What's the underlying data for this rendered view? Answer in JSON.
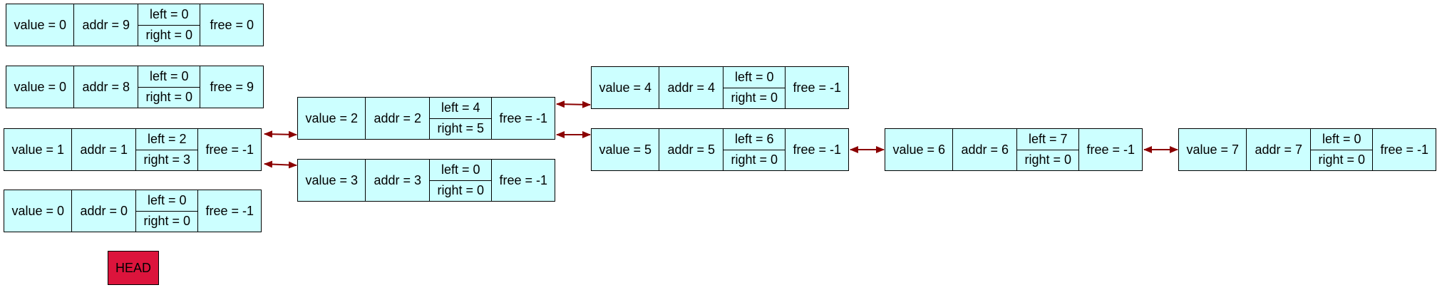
{
  "nodes": [
    {
      "id": "n9",
      "value": "value = 0",
      "addr": "addr = 9",
      "left": "left = 0",
      "right": "right = 0",
      "free": "free = 0"
    },
    {
      "id": "n8",
      "value": "value = 0",
      "addr": "addr = 8",
      "left": "left = 0",
      "right": "right = 0",
      "free": "free = 9"
    },
    {
      "id": "n1",
      "value": "value = 1",
      "addr": "addr = 1",
      "left": "left = 2",
      "right": "right = 3",
      "free": "free = -1"
    },
    {
      "id": "n0",
      "value": "value = 0",
      "addr": "addr = 0",
      "left": "left = 0",
      "right": "right = 0",
      "free": "free = -1"
    },
    {
      "id": "n2",
      "value": "value = 2",
      "addr": "addr = 2",
      "left": "left = 4",
      "right": "right = 5",
      "free": "free = -1"
    },
    {
      "id": "n3",
      "value": "value = 3",
      "addr": "addr = 3",
      "left": "left = 0",
      "right": "right = 0",
      "free": "free = -1"
    },
    {
      "id": "n4",
      "value": "value = 4",
      "addr": "addr = 4",
      "left": "left = 0",
      "right": "right = 0",
      "free": "free = -1"
    },
    {
      "id": "n5",
      "value": "value = 5",
      "addr": "addr = 5",
      "left": "left = 6",
      "right": "right = 0",
      "free": "free = -1"
    },
    {
      "id": "n6",
      "value": "value = 6",
      "addr": "addr = 6",
      "left": "left = 7",
      "right": "right = 0",
      "free": "free = -1"
    },
    {
      "id": "n7",
      "value": "value = 7",
      "addr": "addr = 7",
      "left": "left = 0",
      "right": "right = 0",
      "free": "free = -1"
    }
  ],
  "edges": [
    {
      "from": "n1",
      "to": "n2"
    },
    {
      "from": "n1",
      "to": "n3"
    },
    {
      "from": "n2",
      "to": "n4"
    },
    {
      "from": "n2",
      "to": "n5"
    },
    {
      "from": "n5",
      "to": "n6"
    },
    {
      "from": "n6",
      "to": "n7"
    }
  ],
  "head": {
    "label": "HEAD",
    "color": "#dc143c"
  },
  "colors": {
    "node_fill": "#ccffff",
    "edge": "#8b0000"
  }
}
